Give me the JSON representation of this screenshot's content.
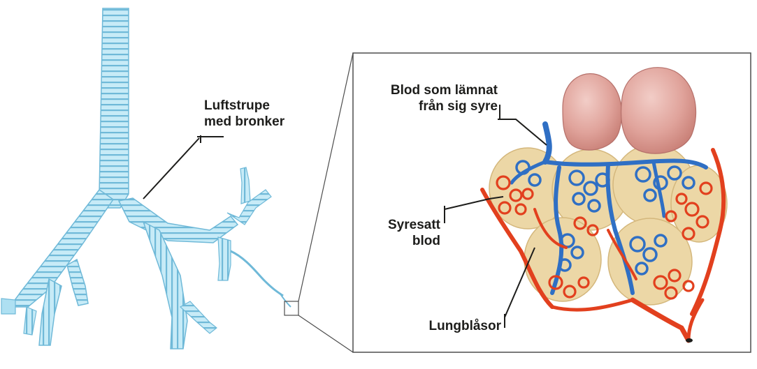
{
  "labels": {
    "trachea": [
      "Luftstrupe",
      "med bronker"
    ],
    "deoxygenated": [
      "Blod som lämnat",
      "från sig syre"
    ],
    "oxygenated": [
      "Syresatt",
      "blod"
    ],
    "alveoli": [
      "Lungblåsor"
    ]
  },
  "colors": {
    "airway": "#aee0f2",
    "airway_ring": "#6fb9d8",
    "artery": "#e2401e",
    "vein": "#2f6fc4",
    "alveoli_fill": "#ecd7a6",
    "bubble": "#e0a39b",
    "frame": "#4d4d4d"
  }
}
